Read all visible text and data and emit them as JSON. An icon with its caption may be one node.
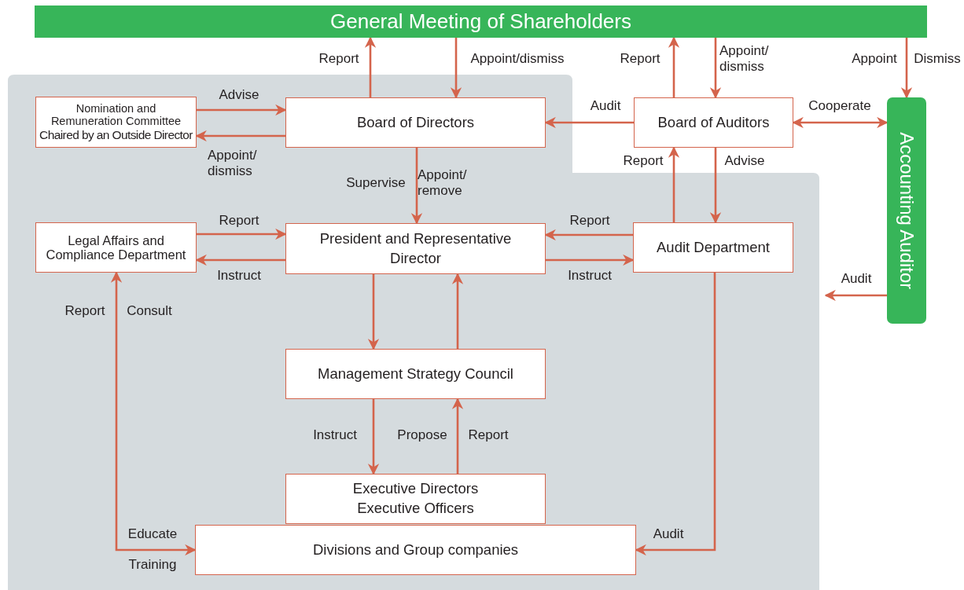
{
  "diagram": {
    "nodes": [
      {
        "text": [
          "General Meeting of Shareholders"
        ]
      },
      {
        "text": [
          "Nomination and Remuneration Committee",
          "Chaired by an Outside Director"
        ]
      },
      {
        "text": [
          "Board of Directors"
        ]
      },
      {
        "text": [
          "Board of Auditors"
        ]
      },
      {
        "text": [
          "Accounting Auditor"
        ]
      },
      {
        "text": [
          "Legal Affairs and Compliance Department"
        ]
      },
      {
        "text": [
          "President and Representative Director"
        ]
      },
      {
        "text": [
          "Audit Department"
        ]
      },
      {
        "text": [
          "Management Strategy Council"
        ]
      },
      {
        "text": [
          "Executive Directors",
          "Executive Officers"
        ]
      },
      {
        "text": [
          "Divisions and Group companies"
        ]
      }
    ],
    "edges": [
      {
        "from": 2,
        "to": 0,
        "arrow": "to",
        "label": "Report"
      },
      {
        "from": 0,
        "to": 2,
        "arrow": "to",
        "label": "Appoint/dismiss"
      },
      {
        "from": 1,
        "to": 2,
        "arrow": "to",
        "label": "Advise"
      },
      {
        "from": 2,
        "to": 1,
        "arrow": "to",
        "label": "Appoint/ dismiss"
      },
      {
        "from": 2,
        "to": 6,
        "arrow": "to",
        "label": "Appoint/ remove"
      },
      {
        "from": 5,
        "to": 6,
        "arrow": "to",
        "label": "Report"
      },
      {
        "from": 6,
        "to": 5,
        "arrow": "to",
        "label": "Instruct"
      },
      {
        "from": 7,
        "to": 6,
        "arrow": "to",
        "label": "Report"
      },
      {
        "from": 6,
        "to": 7,
        "arrow": "to",
        "label": "Instruct"
      },
      {
        "from": 3,
        "to": 0,
        "arrow": "to",
        "label": "Report"
      },
      {
        "from": 0,
        "to": 3,
        "arrow": "to",
        "label": "Appoint/ dismiss"
      },
      {
        "from": 0,
        "to": 4,
        "arrow": "to",
        "label": "Appoint"
      },
      {
        "from": 3,
        "to": 2,
        "arrow": "to",
        "label": "Audit"
      },
      {
        "from": 3,
        "to": 4,
        "arrow": "both",
        "label": "Cooperate"
      },
      {
        "from": 7,
        "to": 3,
        "arrow": "to",
        "label": "Report"
      },
      {
        "from": 3,
        "to": 7,
        "arrow": "to",
        "label": "Advise"
      },
      {
        "from": 4,
        "to": null,
        "arrow": "to",
        "label": "Audit"
      },
      {
        "from": 6,
        "to": 8,
        "arrow": "to"
      },
      {
        "from": 8,
        "to": 6,
        "arrow": "to"
      },
      {
        "from": 8,
        "to": 9,
        "arrow": "to",
        "label": "Instruct"
      },
      {
        "from": 9,
        "to": 8,
        "arrow": "to",
        "label": "Propose"
      },
      {
        "from": 7,
        "to": 10,
        "arrow": "to",
        "label": "Audit"
      },
      {
        "from": 5,
        "to": 10,
        "arrow": "both"
      }
    ],
    "labels": [
      "Dismiss",
      "Supervise",
      "Report",
      "Consult",
      "Report",
      "Educate",
      "Training"
    ]
  }
}
